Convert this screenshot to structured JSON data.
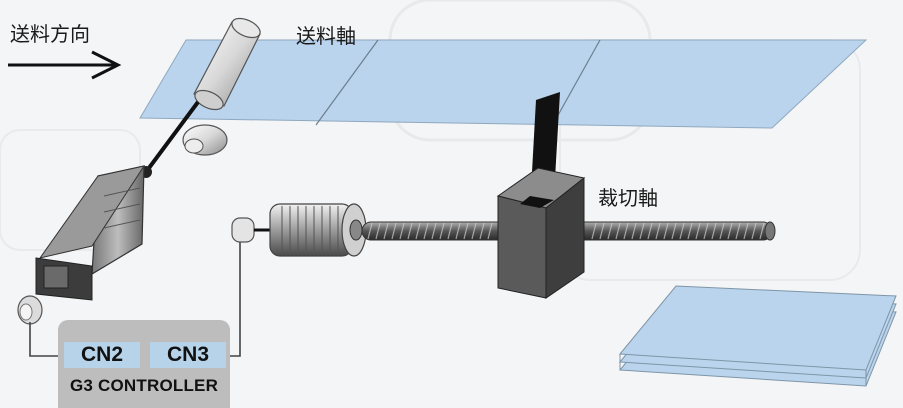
{
  "labels": {
    "feed_direction": "送料方向",
    "feed_axis": "送料軸",
    "cut_axis": "裁切軸"
  },
  "controller": {
    "port_left": "CN2",
    "port_right": "CN3",
    "name": "G3 CONTROLLER"
  },
  "colors": {
    "sheet": "#b9d4ec",
    "controller_bg": "#bdbdbd",
    "port_bg": "#b6d3ea",
    "cutter_blade": "#111111",
    "cutter_block": "#4f4f4f"
  }
}
